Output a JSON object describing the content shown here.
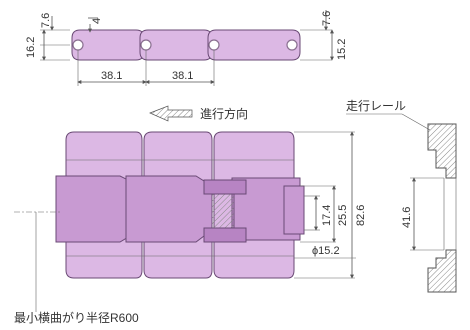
{
  "colors": {
    "body": "#dcb8e4",
    "body_shade": "#c89ad2",
    "body_dark": "#b784c3",
    "line": "#555555",
    "pin": "#8a7090",
    "hatch": "#888888"
  },
  "side_view": {
    "dim_height_total": "16.2",
    "dim_height_top": "7.6",
    "dim_pin_offset": "4",
    "dim_right_top": "7.6",
    "dim_right_height": "15.2",
    "pitch_1": "38.1",
    "pitch_2": "38.1"
  },
  "direction": {
    "label": "進行方向"
  },
  "rail": {
    "label": "走行レール",
    "dim_rail": "41.6"
  },
  "plan_view": {
    "dim_inner": "17.4",
    "dim_middle": "25.5",
    "dim_total": "82.6",
    "dim_pin": "ϕ15.2"
  },
  "footnote": "最小横曲がり半径R600"
}
